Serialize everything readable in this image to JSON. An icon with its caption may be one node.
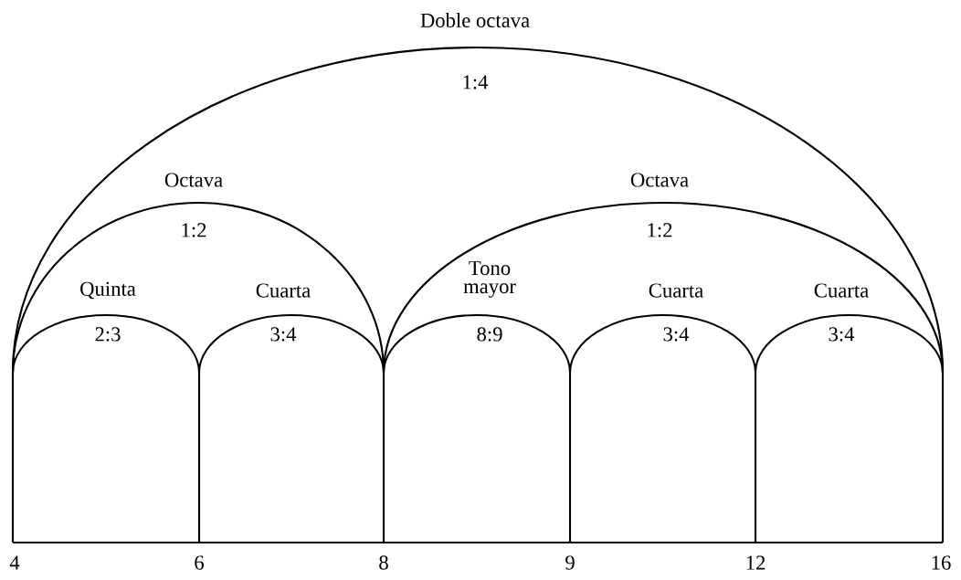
{
  "diagram": {
    "labels": [
      "Doble octava",
      "1:4",
      "Octava",
      "Octava",
      "1:2",
      "1:2",
      "Quinta",
      "Cuarta",
      "Tono mayor",
      "Cuarta",
      "Cuarta",
      "2:3",
      "3:4",
      "8:9",
      "3:4",
      "3:4",
      "4",
      "6",
      "8",
      "9",
      "12",
      "16"
    ]
  }
}
